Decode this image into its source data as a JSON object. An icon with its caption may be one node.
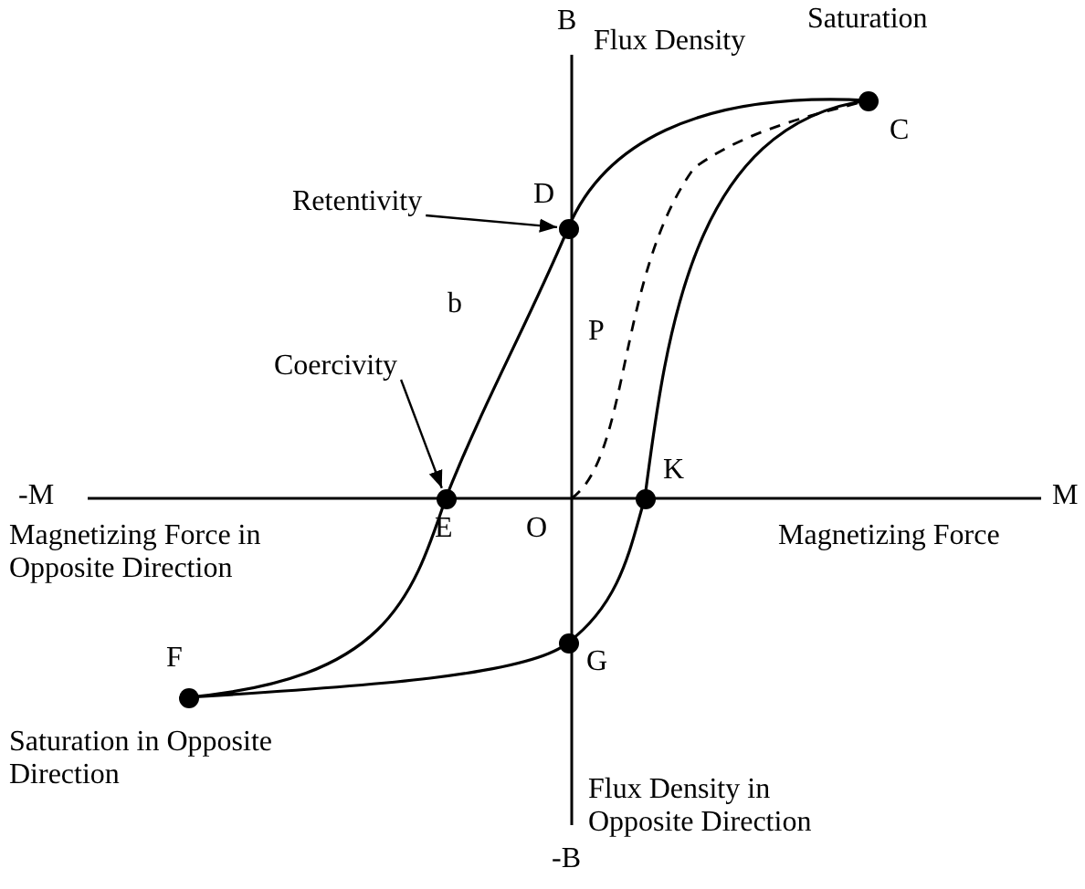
{
  "diagram": {
    "nodes": [
      {
        "text": [
          "C"
        ],
        "beside": [
          "Saturation"
        ]
      },
      {
        "text": [
          "Retentivity"
        ]
      },
      {
        "text": [
          "D"
        ]
      },
      {
        "text": [
          "Coercivity"
        ]
      },
      {
        "text": [
          "E"
        ]
      },
      {
        "text": [
          "K"
        ]
      },
      {
        "text": [
          "G"
        ]
      },
      {
        "text": [
          "F"
        ],
        "beside": [
          "Saturation in Opposite Direction"
        ]
      }
    ],
    "edges": [
      {
        "from": 1,
        "to": 2,
        "arrow": "to"
      },
      {
        "from": 3,
        "to": 4,
        "arrow": "to"
      }
    ],
    "labels": [
      "B",
      "Flux Density",
      "b",
      "P",
      "-M",
      "O",
      "M",
      "Magnetizing Force in Opposite Direction",
      "Magnetizing Force",
      "Flux Density in Opposite Direction",
      "-B"
    ]
  }
}
